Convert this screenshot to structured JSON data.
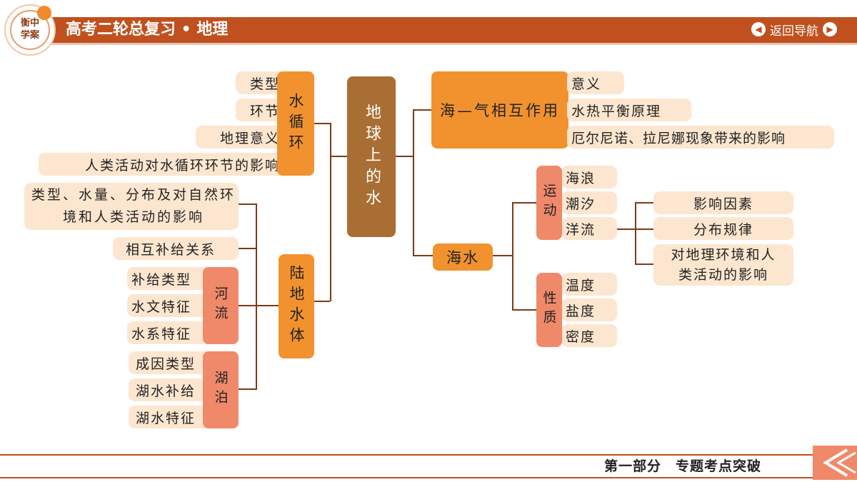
{
  "header": {
    "logo": "衡中学案",
    "title": "高考二轮总复习 • 地理",
    "nav_back": "返回导航",
    "nav_left_icon": "arrow-left-icon",
    "nav_right_icon": "arrow-right-icon"
  },
  "footer": {
    "text": "第一部分　专题考点突破"
  },
  "root": "地球上的水",
  "water_cycle": {
    "label": "水循环",
    "children": [
      "类型",
      "环节",
      "地理意义",
      "人类活动对水循环环节的影响"
    ]
  },
  "land_water": {
    "label": "陆地水体",
    "children": [
      "类型、水量、分布及对自然环境和人类活动的影响",
      "相互补给关系"
    ],
    "river": {
      "label": "河流",
      "children": [
        "补给类型",
        "水文特征",
        "水系特征"
      ]
    },
    "lake": {
      "label": "湖泊",
      "children": [
        "成因类型",
        "湖水补给",
        "湖水特征"
      ]
    }
  },
  "sea_air": {
    "label": "海—气相互作用",
    "children": [
      "意义",
      "水热平衡原理",
      "厄尔尼诺、拉尼娜现象带来的影响"
    ]
  },
  "seawater": {
    "label": "海水",
    "motion": {
      "label": "运动",
      "children": [
        "海浪",
        "潮汐",
        "洋流"
      ],
      "current_children": [
        "影响因素",
        "分布规律",
        "对地理环境和人类活动的影响"
      ]
    },
    "property": {
      "label": "性质",
      "children": [
        "温度",
        "盐度",
        "密度"
      ]
    }
  },
  "colors": {
    "header": "#c0501e",
    "node_orange": "#f2922e",
    "node_salmon": "#f0896a",
    "node_brown": "#a86e33",
    "leaf": "#fde6cf"
  }
}
